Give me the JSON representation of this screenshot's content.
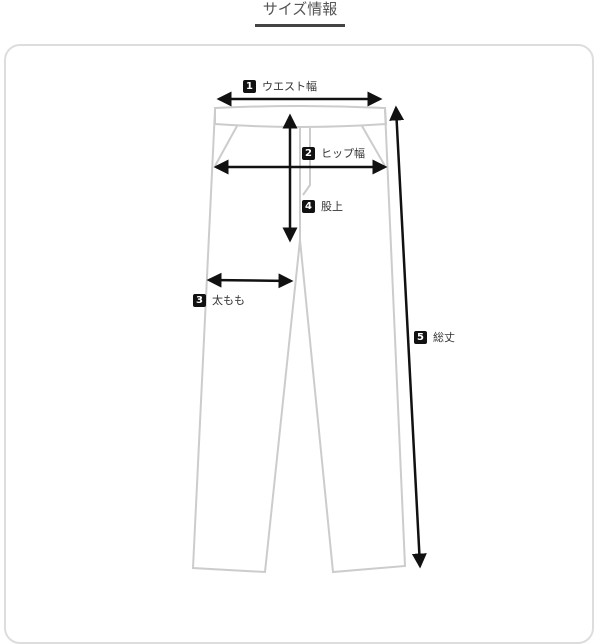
{
  "header": {
    "title": "サイズ情報"
  },
  "measurements": [
    {
      "num": "1",
      "label": "ウエスト幅"
    },
    {
      "num": "2",
      "label": "ヒップ幅"
    },
    {
      "num": "3",
      "label": "太もも"
    },
    {
      "num": "4",
      "label": "股上"
    },
    {
      "num": "5",
      "label": "総丈"
    }
  ]
}
